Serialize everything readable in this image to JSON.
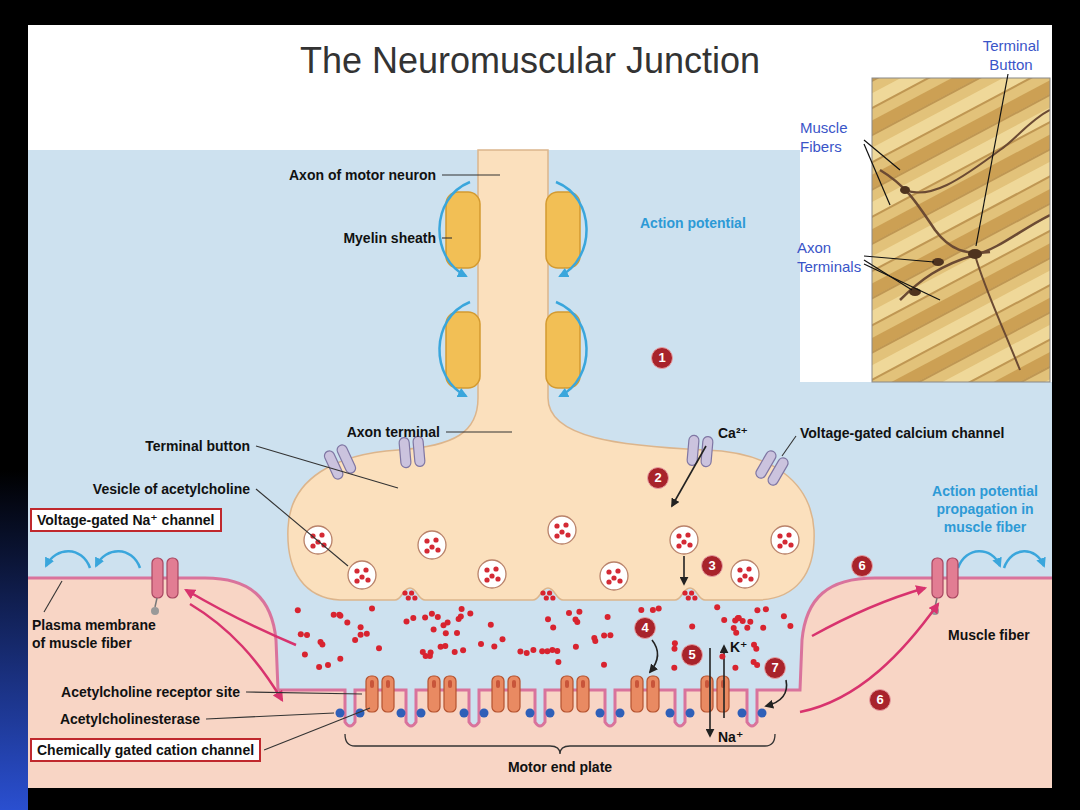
{
  "diagram": {
    "title": "The Neuromuscular Junction",
    "nodes": [
      {
        "text": [
          "1"
        ]
      },
      {
        "text": [
          "2"
        ]
      },
      {
        "text": [
          "Voltage-gated Na⁺ channel"
        ]
      },
      {
        "text": [
          "3"
        ]
      },
      {
        "text": [
          "6"
        ]
      },
      {
        "text": [
          "4"
        ]
      },
      {
        "text": [
          "5"
        ]
      },
      {
        "text": [
          "7"
        ]
      },
      {
        "text": [
          "6"
        ]
      },
      {
        "text": [
          "Chemically gated cation channel"
        ]
      }
    ],
    "labels": [
      "Terminal Button",
      "Muscle Fibers",
      "Axon of motor neuron",
      "Action potential",
      "Myelin sheath",
      "Axon Terminals",
      "Ca²⁺",
      "Axon terminal",
      "Voltage-gated calcium channel",
      "Terminal button",
      "Vesicle of acetylcholine",
      "Action potential propagation in muscle fiber",
      "Plasma membrane of muscle fiber",
      "Muscle fiber",
      "K⁺",
      "Acetylcholine receptor site",
      "Acetylcholinesterase",
      "Na⁺",
      "Motor end plate"
    ]
  }
}
